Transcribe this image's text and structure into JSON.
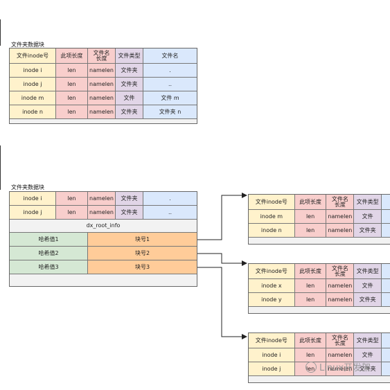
{
  "block1": {
    "title": "文件夹数据块",
    "headers": [
      "文件inode号",
      "此项长度",
      "文件名\n长度",
      "文件类型",
      "文件名"
    ],
    "rows": [
      [
        "inode i",
        "len",
        "namelen",
        "文件夹",
        "."
      ],
      [
        "inode j",
        "len",
        "namelen",
        "文件夹",
        ".."
      ],
      [
        "inode m",
        "len",
        "namelen",
        "文件",
        "文件 m"
      ],
      [
        "inode n",
        "len",
        "namelen",
        "文件夹",
        "文件夹 n"
      ]
    ]
  },
  "block2": {
    "title": "文件夹数据块",
    "rows": [
      [
        "inode i",
        "len",
        "namelen",
        "文件夹",
        "."
      ],
      [
        "inode j",
        "len",
        "namelen",
        "文件夹",
        ".."
      ]
    ],
    "dx_root": "dx_root_info",
    "hash_rows": [
      [
        "哈希值1",
        "块号1"
      ],
      [
        "哈希值2",
        "块号2"
      ],
      [
        "哈希值3",
        "块号3"
      ]
    ]
  },
  "leaf_header": [
    "文件inode号",
    "此项长度",
    "文件名\n长度",
    "文件类型"
  ],
  "leaves": [
    {
      "rows": [
        [
          "inode m",
          "len",
          "namelen",
          "文件"
        ],
        [
          "inode n",
          "len",
          "namelen",
          "文件夹"
        ]
      ]
    },
    {
      "rows": [
        [
          "inode x",
          "len",
          "namelen",
          "文件"
        ],
        [
          "inode y",
          "len",
          "namelen",
          "文件夹"
        ]
      ]
    },
    {
      "rows": [
        [
          "inode i",
          "len",
          "namelen",
          "文件"
        ],
        [
          "inode j",
          "len",
          "namelen",
          "文件夹"
        ]
      ]
    }
  ],
  "watermark": "Linux开发架"
}
